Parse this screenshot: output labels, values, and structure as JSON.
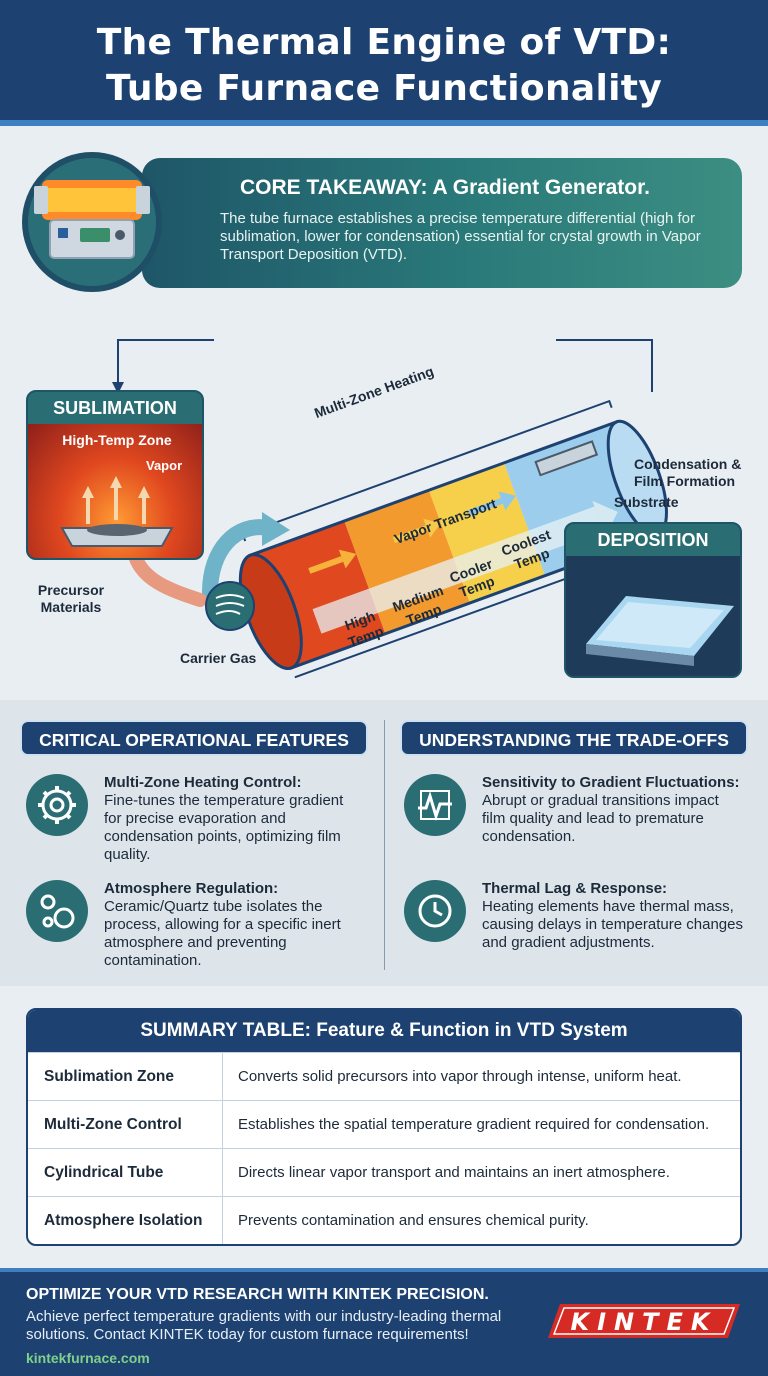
{
  "header": {
    "title_line1": "The Thermal Engine of VTD:",
    "title_line2": "Tube Furnace Functionality"
  },
  "core": {
    "title": "CORE TAKEAWAY: A Gradient Generator.",
    "text": "The tube furnace establishes a precise temperature differential (high for sublimation, lower for condensation) essential for crystal growth in Vapor Transport Deposition (VTD).",
    "icon": "tube-furnace-icon"
  },
  "mechanics": {
    "title": "THE MECHANICS OF DEPOSITION",
    "sublimation": {
      "title": "SUBLIMATION",
      "zone": "High-Temp Zone",
      "vapor": "Vapor"
    },
    "precursor_label": "Precursor Materials",
    "carrier_gas": "Carrier Gas",
    "multi_zone": "Multi-Zone Heating",
    "vapor_transport": "Vapor Transport",
    "temps": [
      "High Temp",
      "Medium Temp",
      "Cooler Temp",
      "Coolest Temp"
    ],
    "condensation": "Condensation & Film Formation",
    "substrate": "Substrate",
    "deposition": {
      "title": "DEPOSITION"
    },
    "colors": {
      "hot": "#e0481f",
      "medium": "#f29a2e",
      "cool": "#f6d04a",
      "cold": "#8fc7ea"
    }
  },
  "features": {
    "title": "CRITICAL OPERATIONAL FEATURES",
    "items": [
      {
        "title": "Multi-Zone Heating Control:",
        "text": "Fine-tunes the temperature gradient for precise evaporation and condensation points, optimizing film quality.",
        "icon": "gear-icon"
      },
      {
        "title": "Atmosphere Regulation:",
        "text": "Ceramic/Quartz tube isolates the process, allowing for a specific inert atmosphere and preventing contamination.",
        "icon": "bubbles-icon"
      }
    ]
  },
  "tradeoffs": {
    "title": "UNDERSTANDING THE TRADE-OFFS",
    "items": [
      {
        "title": "Sensitivity to Gradient Fluctuations:",
        "text": "Abrupt or gradual transitions impact film quality and lead to premature condensation.",
        "icon": "waveform-icon"
      },
      {
        "title": "Thermal Lag & Response:",
        "text": "Heating elements have thermal mass, causing delays in temperature changes and gradient adjustments.",
        "icon": "clock-icon"
      }
    ]
  },
  "summary": {
    "title": "SUMMARY TABLE: Feature & Function in VTD System",
    "rows": [
      {
        "feature": "Sublimation Zone",
        "function": "Converts solid precursors into vapor through intense, uniform heat."
      },
      {
        "feature": "Multi-Zone Control",
        "function": "Establishes the spatial temperature gradient required for condensation."
      },
      {
        "feature": "Cylindrical Tube",
        "function": "Directs linear vapor transport and maintains an inert atmosphere."
      },
      {
        "feature": "Atmosphere Isolation",
        "function": "Prevents contamination and ensures chemical purity."
      }
    ]
  },
  "footer": {
    "title": "OPTIMIZE YOUR VTD RESEARCH WITH KINTEK PRECISION.",
    "text": "Achieve perfect temperature gradients with our industry-leading thermal solutions. Contact KINTEK today for custom furnace requirements!",
    "url": "kintekfurnace.com",
    "logo": "KINTEK"
  }
}
